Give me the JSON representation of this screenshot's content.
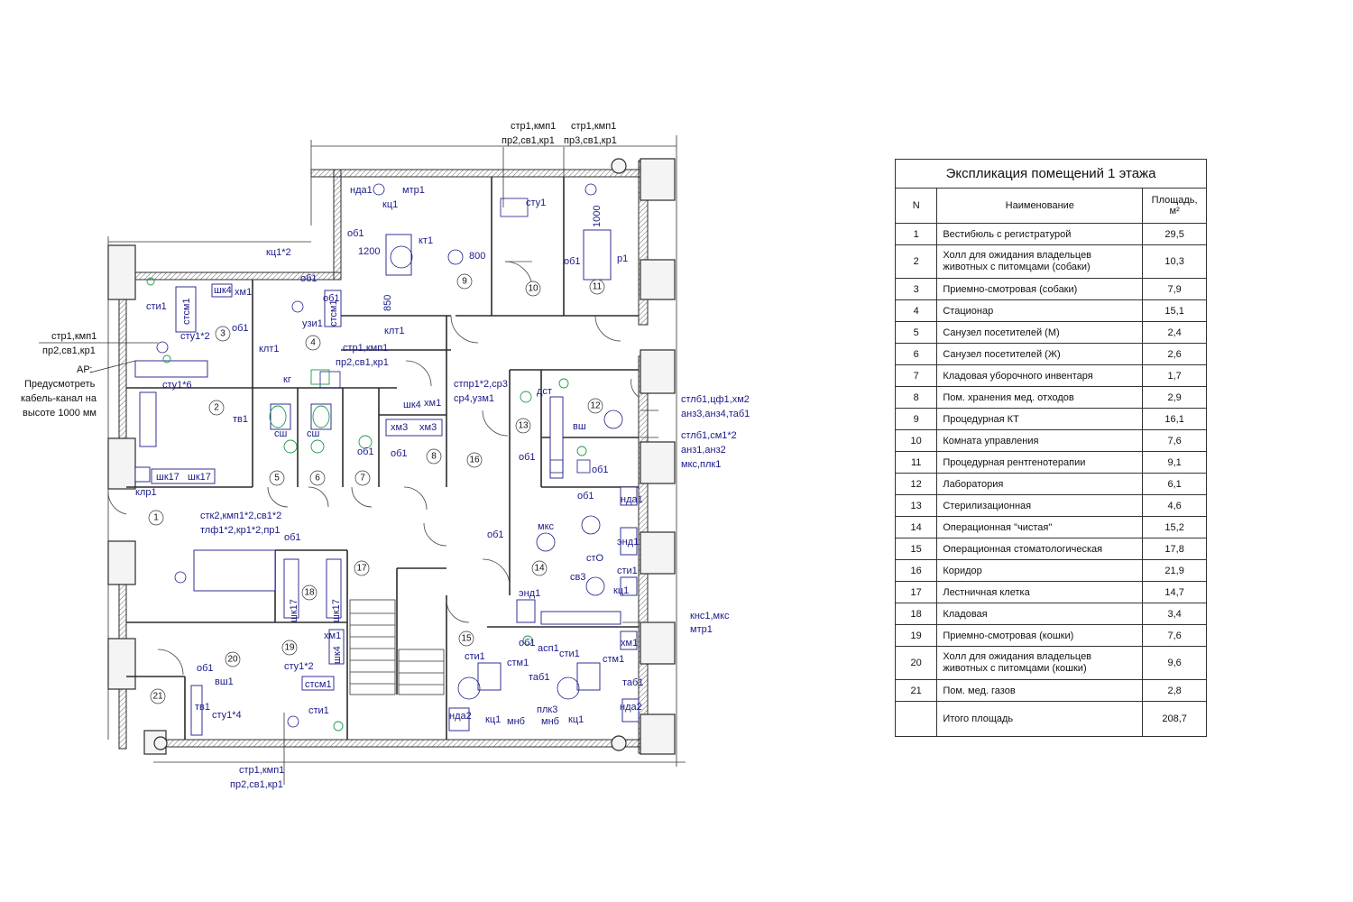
{
  "table": {
    "title": "Экспликация помещений 1 этажа",
    "headers": {
      "n": "N",
      "name": "Наименование",
      "area": "Площадь, м²"
    },
    "rows": [
      {
        "n": "1",
        "name": "Вестибюль с регистратурой",
        "area": "29,5"
      },
      {
        "n": "2",
        "name": "Холл для ожидания владельцев животных с питомцами (собаки)",
        "area": "10,3"
      },
      {
        "n": "3",
        "name": "Приемно-смотровая (собаки)",
        "area": "7,9"
      },
      {
        "n": "4",
        "name": "Стационар",
        "area": "15,1"
      },
      {
        "n": "5",
        "name": "Санузел посетителей (М)",
        "area": "2,4"
      },
      {
        "n": "6",
        "name": "Санузел посетителей (Ж)",
        "area": "2,6"
      },
      {
        "n": "7",
        "name": "Кладовая уборочного инвентаря",
        "area": "1,7"
      },
      {
        "n": "8",
        "name": "Пом. хранения мед. отходов",
        "area": "2,9"
      },
      {
        "n": "9",
        "name": "Процедурная КТ",
        "area": "16,1"
      },
      {
        "n": "10",
        "name": "Комната управления",
        "area": "7,6"
      },
      {
        "n": "11",
        "name": "Процедурная рентгенотерапии",
        "area": "9,1"
      },
      {
        "n": "12",
        "name": "Лаборатория",
        "area": "6,1"
      },
      {
        "n": "13",
        "name": "Стерилизационная",
        "area": "4,6"
      },
      {
        "n": "14",
        "name": "Операционная \"чистая\"",
        "area": "15,2"
      },
      {
        "n": "15",
        "name": "Операционная стоматологическая",
        "area": "17,8"
      },
      {
        "n": "16",
        "name": "Коридор",
        "area": "21,9"
      },
      {
        "n": "17",
        "name": "Лестничная клетка",
        "area": "14,7"
      },
      {
        "n": "18",
        "name": "Кладовая",
        "area": "3,4"
      },
      {
        "n": "19",
        "name": "Приемно-смотровая (кошки)",
        "area": "7,6"
      },
      {
        "n": "20",
        "name": "Холл для ожидания владельцев животных с питомцами (кошки)",
        "area": "9,6"
      },
      {
        "n": "21",
        "name": "Пом. мед. газов",
        "area": "2,8"
      }
    ],
    "total": {
      "name": "Итого площадь",
      "area": "208,7"
    }
  },
  "plan": {
    "callouts": {
      "top_a1": "стр1,кмп1",
      "top_a2": "пр2,св1,кр1",
      "top_b1": "стр1,кмп1",
      "top_b2": "пр3,св1,кр1",
      "left1": "стр1,кмп1",
      "left2": "пр2,св1,кр1",
      "ar1": "АР:",
      "ar2": "Предусмотреть",
      "ar3": "кабель-канал на",
      "ar4": "высоте 1000 мм",
      "kc12": "кц1*2",
      "mid1": "стр1,кмп1",
      "mid2": "пр2,св1,кр1",
      "stpr1": "стпр1*2,ср3",
      "stpr2": "ср4,узм1",
      "r12a": "стлб1,цф1,хм2",
      "r12b": "анз3,анз4,таб1",
      "r12c": "стлб1,см1*2",
      "r12d": "анз1,анз2",
      "r12e": "мкс,плк1",
      "r14a": "кнс1,мкс",
      "r14b": "мтр1",
      "reg1": "стк2,кмп1*2,св1*2",
      "reg2": "тлф1*2,кр1*2,пр1",
      "bot1": "стр1,кмп1",
      "bot2": "пр2,св1,кр1"
    },
    "labels": {
      "nda1": "нда1",
      "kc1": "кц1",
      "mtr1": "мтр1",
      "kt1": "кт1",
      "dim1200": "1200",
      "dim800": "800",
      "dim850": "850",
      "ob1a": "об1",
      "stu1a": "сту1",
      "dim1000": "1000",
      "ob1b": "об1",
      "r1": "р1",
      "sti1a": "сти1",
      "stsm1a": "стсм1",
      "shk4a": "шк4",
      "xm1a": "хм1",
      "ob1c": "об1",
      "uzi1": "узи1",
      "stsm1b": "стсм1",
      "ob1d": "об1",
      "stu12": "сту1*2",
      "ob1e": "об1",
      "stu16": "сту1*6",
      "klt1a": "клт1",
      "klt1b": "клт1",
      "kg": "кг",
      "shk4b": "шк4",
      "xm1b": "хм1",
      "tv1a": "тв1",
      "sh1": "сш",
      "sh2": "сш",
      "xm3a": "хм3",
      "xm3b": "хм3",
      "ob1f": "об1",
      "ob1g": "об1",
      "shk17a": "шк17",
      "shk17b": "шк17",
      "klr1": "клр1",
      "dst": "дст",
      "vsh": "вш",
      "ob1h": "об1",
      "ob1i": "об1",
      "ob1j": "об1",
      "nda1b": "нда1",
      "mks": "мкс",
      "sto": "стО",
      "sv3": "св3",
      "end1a": "энд1",
      "sti1b": "сти1",
      "kc1b": "кц1",
      "ob1k": "об1",
      "ob1l": "об1",
      "shk17c": "шк17",
      "shk17d": "шк17",
      "end1b": "энд1",
      "ob1m": "об1",
      "asp1": "асп1",
      "xm1c": "хм1",
      "xm1d": "хм1",
      "shk4c": "шк4",
      "sti1c": "сти1",
      "stm1a": "стм1",
      "tab1a": "таб1",
      "sti1d": "сти1",
      "stm1b": "стм1",
      "tab1b": "таб1",
      "plk3": "плк3",
      "nda2a": "нда2",
      "kc1c": "кц1",
      "mnb1": "мнб",
      "mnb2": "мнб",
      "kc1d": "кц1",
      "nda2b": "нда2",
      "ob1n": "об1",
      "vsh1": "вш1",
      "tv1b": "тв1",
      "stu14": "сту1*4",
      "stu12b": "сту1*2",
      "stsm1c": "стсм1",
      "sti1e": "сти1"
    }
  }
}
